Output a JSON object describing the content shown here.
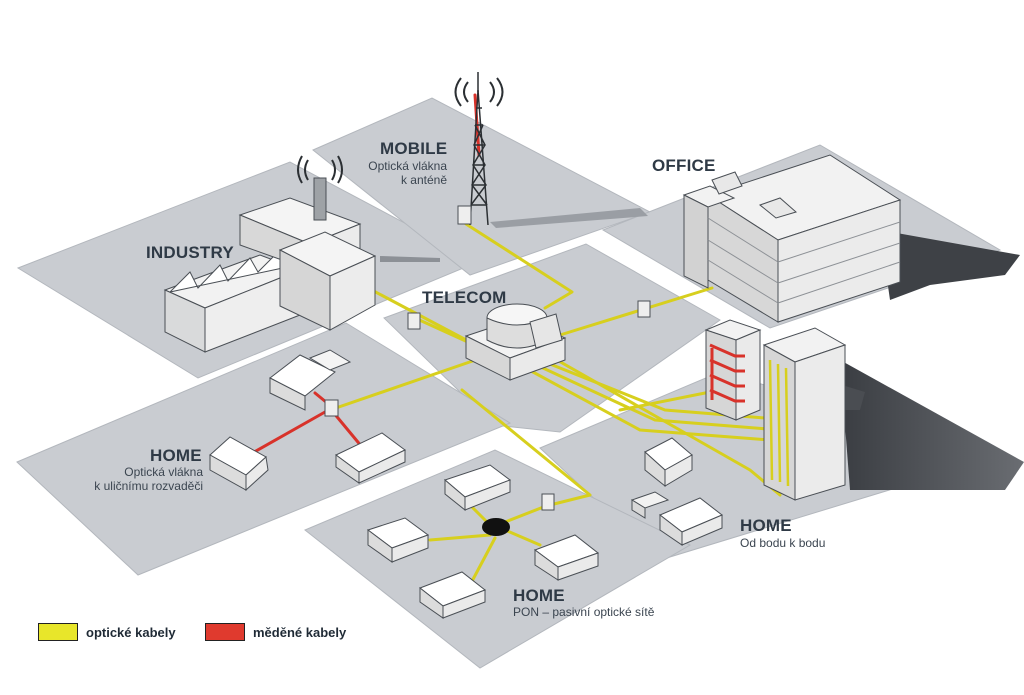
{
  "zones": {
    "mobile": {
      "title": "MOBILE",
      "subtitle_line1": "Optická vlákna",
      "subtitle_line2": "k anténě"
    },
    "industry": {
      "title": "INDUSTRY"
    },
    "office": {
      "title": "OFFICE"
    },
    "telecom": {
      "title": "TELECOM"
    },
    "home_street": {
      "title": "HOME",
      "subtitle_line1": "Optická vlákna",
      "subtitle_line2": "k uličnímu rozvaděči"
    },
    "home_p2p": {
      "title": "HOME",
      "subtitle_line1": "Od bodu k bodu"
    },
    "home_pon": {
      "title": "HOME",
      "subtitle_line1": "PON – pasivní optické sítě"
    }
  },
  "legend": {
    "fiber": {
      "label": "optické kabely",
      "color": "#e8e62a"
    },
    "copper": {
      "label": "měděné kabely",
      "color": "#e03a2e"
    }
  },
  "colors": {
    "ground": "#c9ccd1",
    "building": "#eceded",
    "fiber": "#d7cf1e",
    "copper": "#d8322a"
  }
}
